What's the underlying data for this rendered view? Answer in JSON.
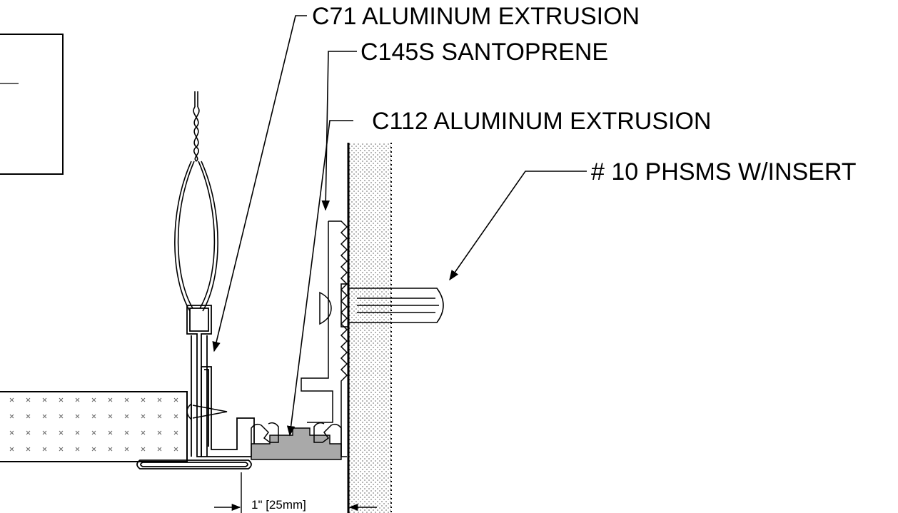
{
  "callouts": {
    "c71": "C71 ALUMINUM EXTRUSION",
    "c145s": "C145S SANTOPRENE",
    "c112": "C112 ALUMINUM EXTRUSION",
    "screw": "# 10 PHSMS W/INSERT"
  },
  "dimension": {
    "label": "1\" [25mm]"
  },
  "colors": {
    "line": "#000000",
    "santoprene": "#a9a9a9",
    "background": "#ffffff"
  }
}
